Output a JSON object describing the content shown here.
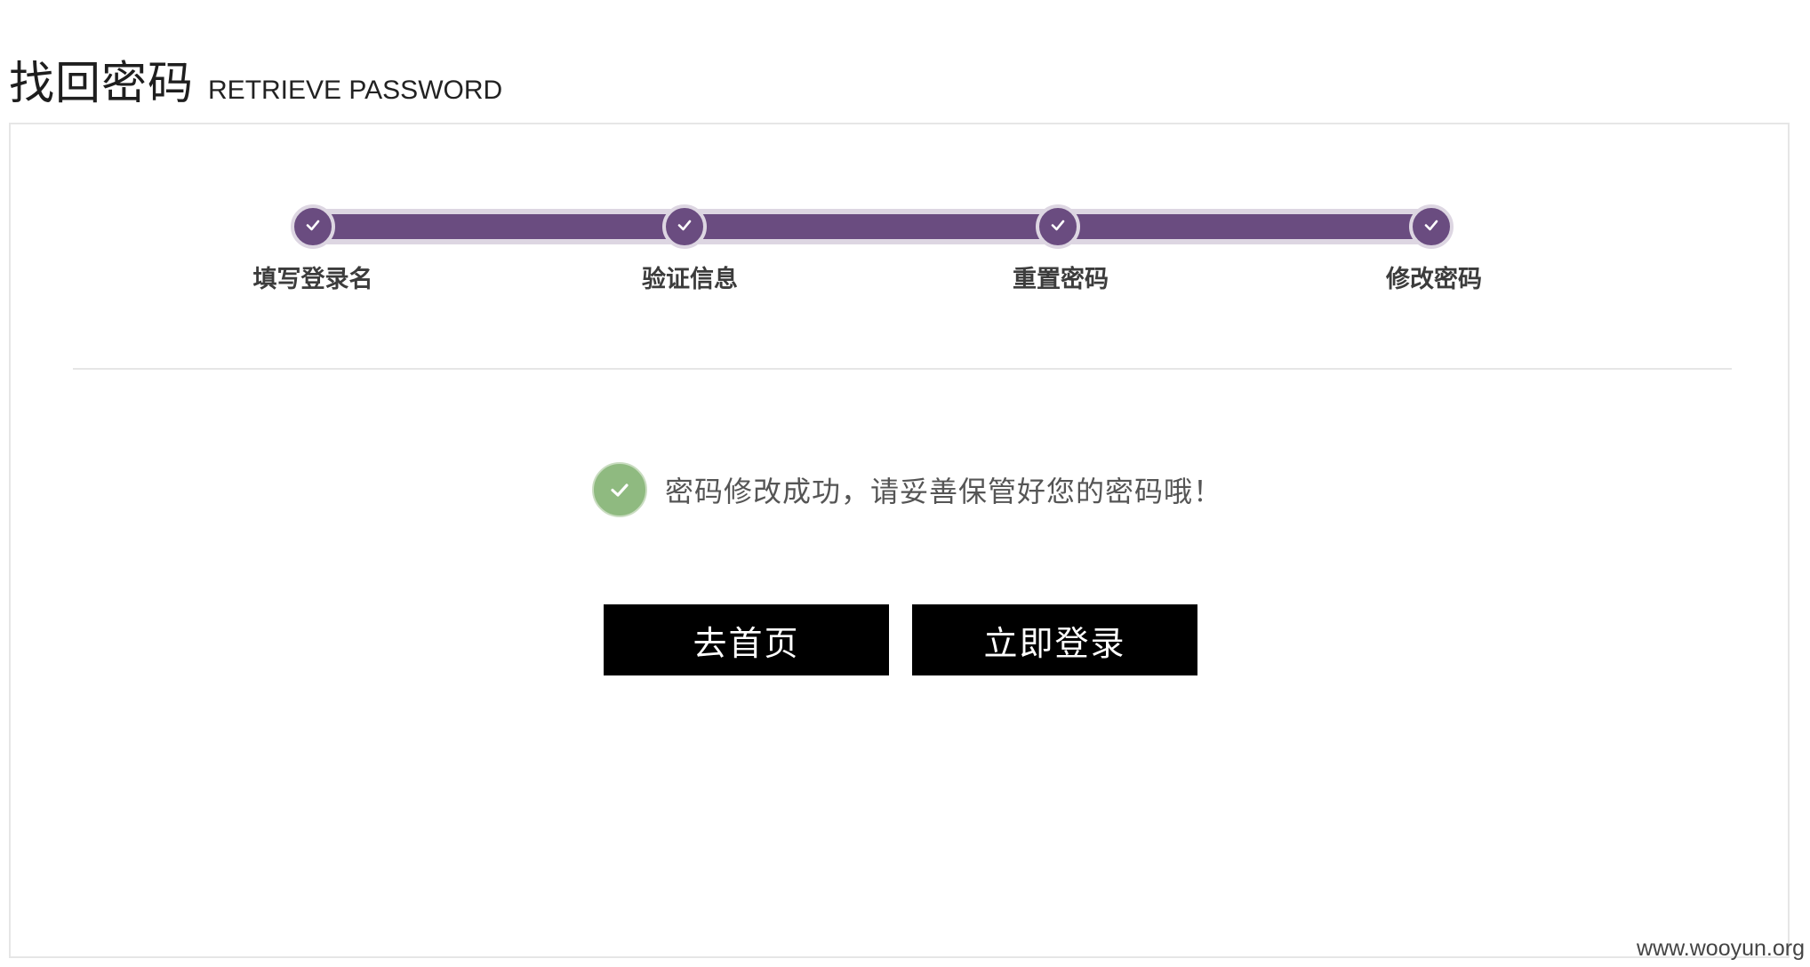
{
  "header": {
    "title_cn": "找回密码",
    "title_en": "RETRIEVE PASSWORD"
  },
  "steps": [
    {
      "label": "填写登录名",
      "status": "done",
      "icon": "check-icon"
    },
    {
      "label": "验证信息",
      "status": "done",
      "icon": "check-icon"
    },
    {
      "label": "重置密码",
      "status": "done",
      "icon": "check-icon"
    },
    {
      "label": "修改密码",
      "status": "done",
      "icon": "check-icon"
    }
  ],
  "progress": {
    "fraction_complete": 1.0
  },
  "result": {
    "icon": "success-check-icon",
    "message": "密码修改成功，请妥善保管好您的密码哦！"
  },
  "actions": {
    "home_label": "去首页",
    "login_label": "立即登录"
  },
  "watermark": "www.wooyun.org",
  "colors": {
    "accent": "#6a4c80",
    "track_light": "#ddd6e2",
    "success": "#8fba80",
    "button_bg": "#000000"
  }
}
